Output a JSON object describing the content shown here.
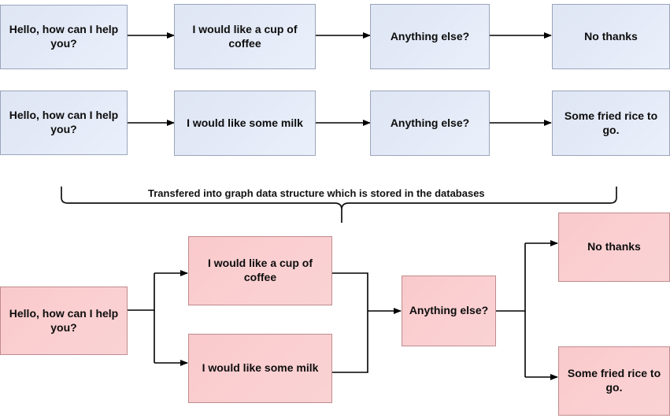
{
  "diagram": {
    "title_label": "Transfered into graph data structure which is stored in the databases",
    "colors": {
      "blue_fill": "#e3e9f6",
      "blue_border": "#9aa5bb",
      "pink_fill": "#fbcfd1",
      "pink_border": "#c08b8d",
      "edge": "#000000",
      "background": "#ffffff"
    },
    "linear_conversations": [
      {
        "name": "conversation-coffee",
        "steps": [
          {
            "text": "Hello, how can I help you?"
          },
          {
            "text": "I would like a cup of coffee"
          },
          {
            "text": "Anything else?"
          },
          {
            "text": "No thanks"
          }
        ]
      },
      {
        "name": "conversation-milk",
        "steps": [
          {
            "text": "Hello, how can I help you?"
          },
          {
            "text": "I would like some milk"
          },
          {
            "text": "Anything else?"
          },
          {
            "text": "Some fried rice to go."
          }
        ]
      }
    ],
    "graph": {
      "nodes": [
        {
          "id": "greeting",
          "text": "Hello, how can I help you?"
        },
        {
          "id": "coffee",
          "text": "I would like a cup of coffee"
        },
        {
          "id": "milk",
          "text": "I would like some milk"
        },
        {
          "id": "anything-else",
          "text": "Anything else?"
        },
        {
          "id": "no-thanks",
          "text": "No thanks"
        },
        {
          "id": "fried-rice",
          "text": "Some fried rice to go."
        }
      ],
      "edges": [
        {
          "from": "greeting",
          "to": "coffee"
        },
        {
          "from": "greeting",
          "to": "milk"
        },
        {
          "from": "coffee",
          "to": "anything-else"
        },
        {
          "from": "milk",
          "to": "anything-else"
        },
        {
          "from": "anything-else",
          "to": "no-thanks"
        },
        {
          "from": "anything-else",
          "to": "fried-rice"
        }
      ]
    }
  }
}
